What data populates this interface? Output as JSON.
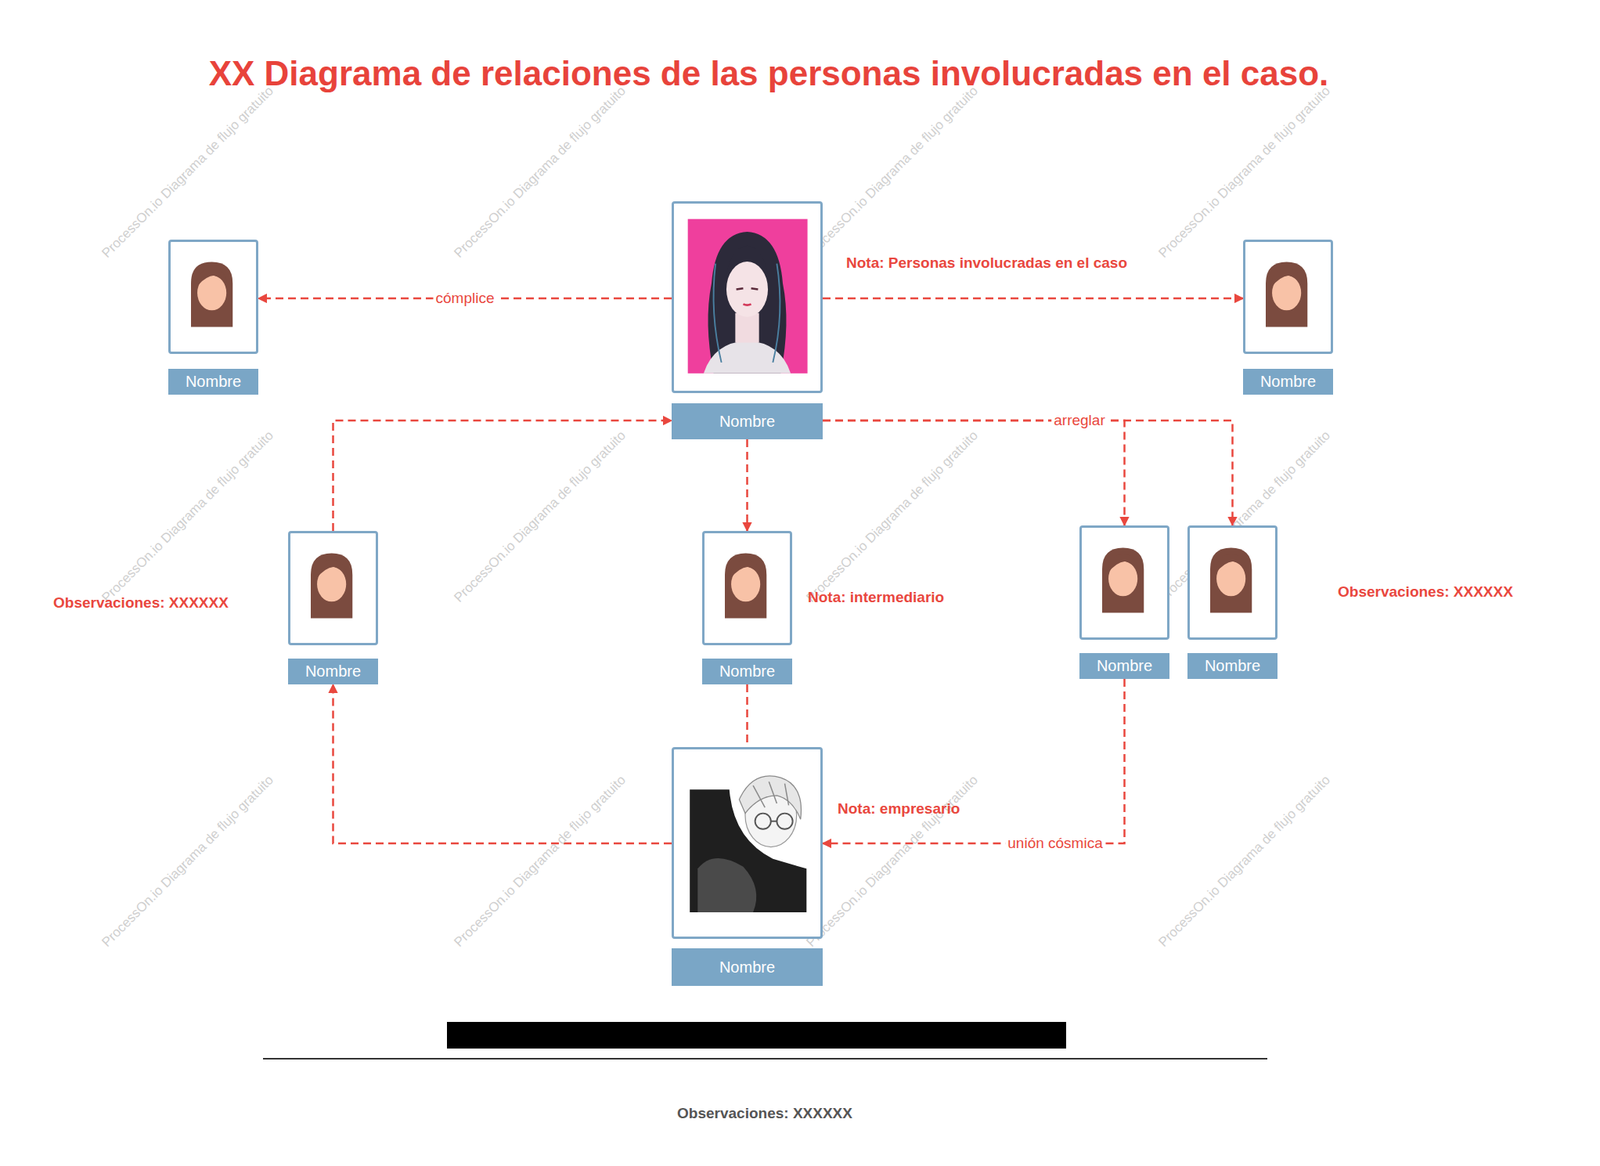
{
  "diagram": {
    "title": "XX Diagrama de relaciones de las personas involucradas en el caso.",
    "nodes": [
      {
        "text": [
          "Nombre"
        ]
      },
      {
        "text": [
          "Nombre"
        ]
      },
      {
        "text": [
          "Nombre"
        ]
      },
      {
        "text": [
          "Nombre"
        ]
      },
      {
        "text": [
          "Nombre"
        ]
      },
      {
        "text": [
          "Nombre"
        ]
      },
      {
        "text": [
          "Nombre"
        ]
      },
      {
        "text": [
          "Nombre"
        ]
      }
    ],
    "edges": [
      {
        "from": 1,
        "to": 0,
        "arrow": "to",
        "label": "cómplice"
      },
      {
        "from": 1,
        "to": 2,
        "arrow": "to"
      },
      {
        "from": 3,
        "to": 1,
        "arrow": "to"
      },
      {
        "from": 1,
        "to": 4,
        "arrow": "to"
      },
      {
        "from": 1,
        "to": 5,
        "arrow": "to",
        "label": "arreglar"
      },
      {
        "from": 1,
        "to": 6,
        "arrow": "to"
      },
      {
        "from": 4,
        "to": 7,
        "arrow": "none"
      },
      {
        "from": 7,
        "to": 3,
        "arrow": "to"
      },
      {
        "from": 5,
        "to": 7,
        "arrow": "to",
        "label": "unión cósmica"
      }
    ],
    "labels": [
      "Nota: Personas involucradas en el caso",
      "Observaciones: XXXXXX",
      "Nota: intermediario",
      "Observaciones: XXXXXX",
      "Nota: empresario",
      "Observaciones: XXXXXX",
      "ProcessOn.io Diagrama de flujo gratuito",
      "ProcessOn.io Diagrama de flujo gratuito",
      "ProcessOn.io Diagrama de flujo gratuito",
      "ProcessOn.io Diagrama de flujo gratuito",
      "ProcessOn.io Diagrama de flujo gratuito",
      "ProcessOn.io Diagrama de flujo gratuito",
      "ProcessOn.io Diagrama de flujo gratuito",
      "ProcessOn.io Diagrama de flujo gratuito",
      "ProcessOn.io Diagrama de flujo gratuito",
      "ProcessOn.io Diagrama de flujo gratuito",
      "ProcessOn.io Diagrama de flujo gratuito",
      "ProcessOn.io Diagrama de flujo gratuito"
    ]
  }
}
